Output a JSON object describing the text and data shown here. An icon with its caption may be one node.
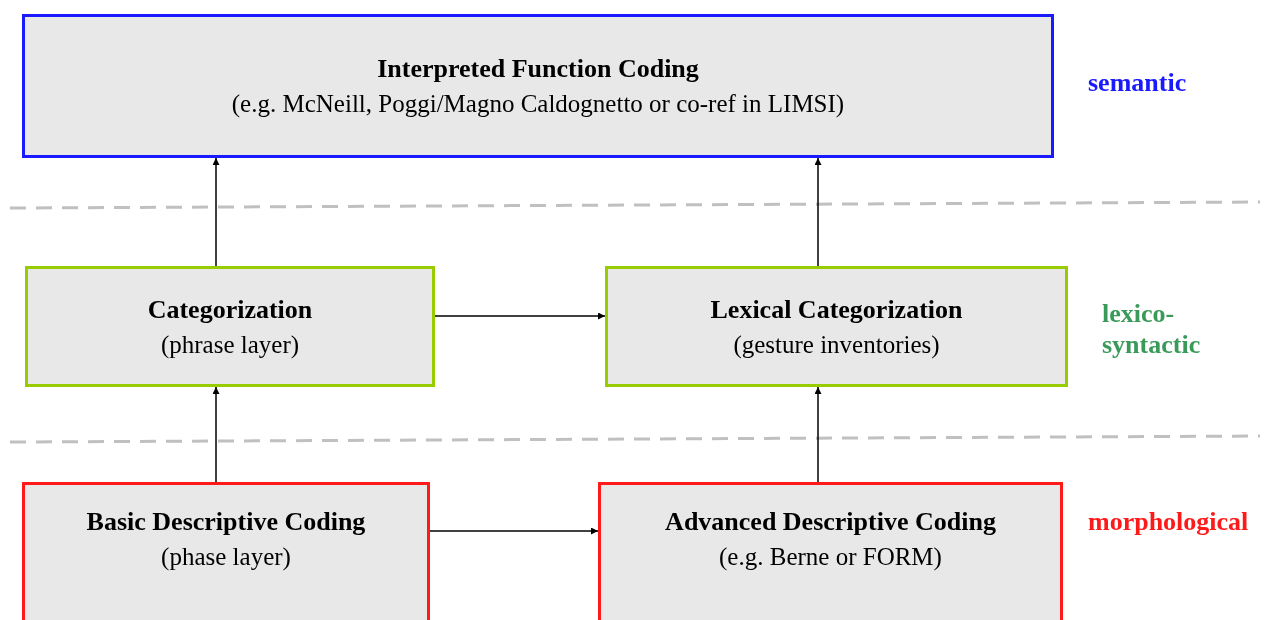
{
  "diagram": {
    "nodes": [
      {
        "text": [
          "Interpreted Function Coding",
          "(e.g. McNeill, Poggi/Magno Caldognetto or co-ref in LIMSI)"
        ]
      },
      {
        "text": [
          "Categorization",
          "(phrase layer)"
        ]
      },
      {
        "text": [
          "Lexical Categorization",
          "(gesture inventories)"
        ]
      },
      {
        "text": [
          "Basic Descriptive Coding",
          "(phase layer)"
        ]
      },
      {
        "text": [
          "Advanced Descriptive Coding",
          "(e.g. Berne or FORM)"
        ]
      }
    ],
    "edges": [
      {
        "from": 1,
        "to": 0,
        "arrow": "to"
      },
      {
        "from": 2,
        "to": 0,
        "arrow": "to"
      },
      {
        "from": 1,
        "to": 2,
        "arrow": "to"
      },
      {
        "from": 3,
        "to": 1,
        "arrow": "to"
      },
      {
        "from": 4,
        "to": 2,
        "arrow": "to"
      },
      {
        "from": 3,
        "to": 4,
        "arrow": "to"
      }
    ],
    "labels": [
      "semantic",
      "lexico- syntactic",
      "morphological"
    ]
  }
}
